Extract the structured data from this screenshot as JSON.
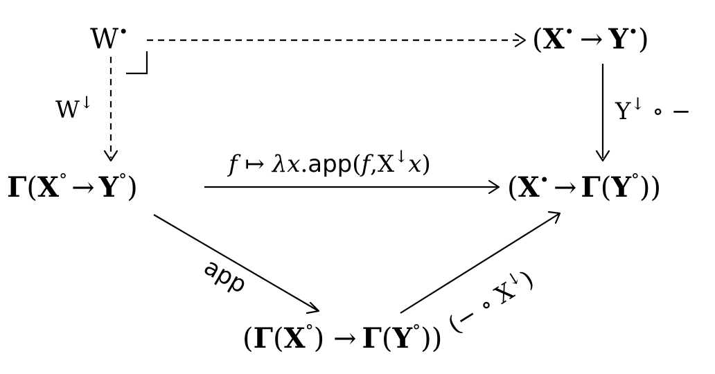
{
  "nodes": {
    "w_bullet": {
      "base": "W",
      "mark": "•"
    },
    "x_to_y_bullet": {
      "open": "(",
      "x": "X",
      "xmark": "•",
      "arrow": "→",
      "y": "Y",
      "ymark": "•",
      "close": ")"
    },
    "gamma_circ": {
      "gamma": "Γ",
      "open": "(",
      "x": "X",
      "xmark": "°",
      "arrow": "→",
      "y": "Y",
      "ymark": "°",
      "close": ")"
    },
    "x_bullet_to_gamma": {
      "open": "(",
      "x": "X",
      "xmark": "•",
      "arrow": "→",
      "gamma": "Γ",
      "inner_open": "(",
      "y": "Y",
      "ymark": "°",
      "close": "))"
    },
    "gamma_to_gamma": {
      "open": "(",
      "gamma1": "Γ",
      "inner_open1": "(",
      "x": "X",
      "xmark": "°",
      "mid": ") →",
      "gamma2": "Γ",
      "inner_open2": "(",
      "y": "Y",
      "ymark": "°",
      "close": "))"
    }
  },
  "labels": {
    "w_down": {
      "base": "W",
      "mark": "↓"
    },
    "y_down_comp": {
      "base": "Y",
      "mark": "↓",
      "rest": " ∘ −"
    },
    "lambda_map": {
      "f": "f",
      "mapsto": " ↦ ",
      "lambda": "λx",
      "dot": ".",
      "app": "app",
      "open": "(",
      "f2": "f",
      "comma": ",",
      "x": "X",
      "mark": "↓",
      "x2": "x",
      "close": ")"
    },
    "app": "app",
    "precomp": {
      "open": "(",
      "rest": "− ∘ X",
      "mark": "↓",
      "close": ")"
    }
  }
}
